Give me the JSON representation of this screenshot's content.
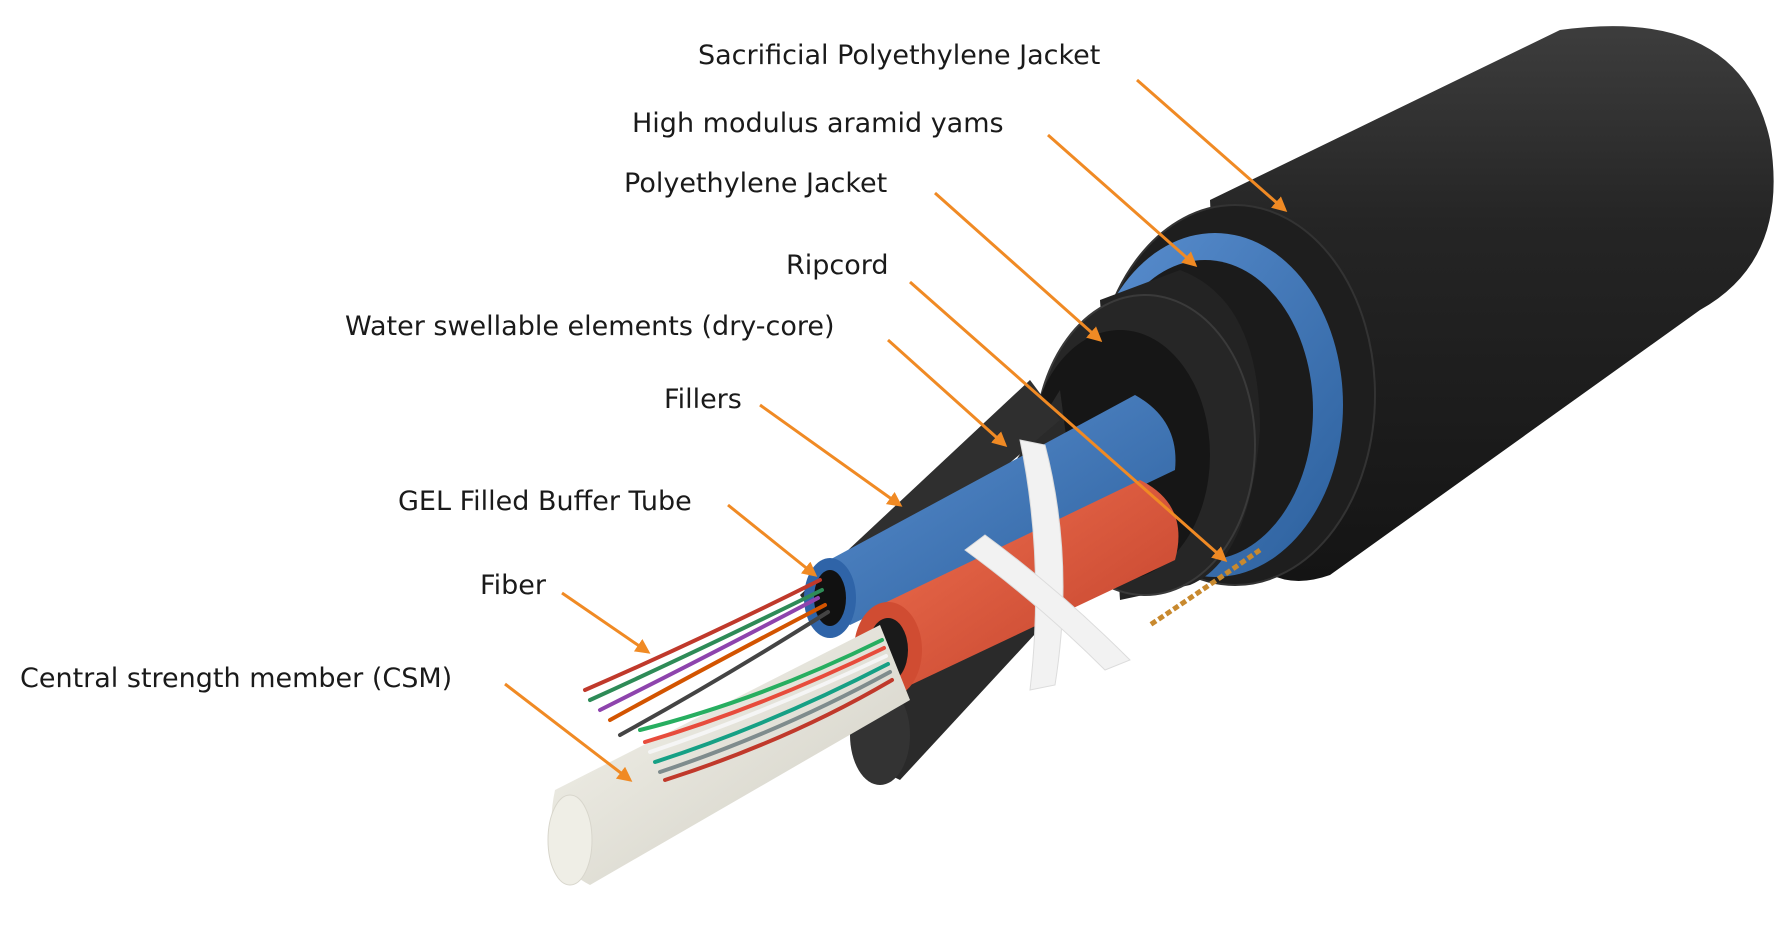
{
  "labels": {
    "sacrificial_jacket": "Sacrificial Polyethylene Jacket",
    "aramid_yarns": "High modulus aramid yams",
    "pe_jacket": "Polyethylene Jacket",
    "ripcord": "Ripcord",
    "water_swellable": "Water swellable elements (dry-core)",
    "fillers": "Fillers",
    "buffer_tube": "GEL Filled Buffer Tube",
    "fiber": "Fiber",
    "csm": "Central strength member (CSM)"
  },
  "colors": {
    "leader": "#f08a24",
    "jacket": "#2a2a2a",
    "aramid": "#4f7fb8",
    "buffer_blue": "#3c7bbd",
    "buffer_red": "#e45a3a",
    "csm": "#e9e8df",
    "tape": "#f2f2f2"
  }
}
